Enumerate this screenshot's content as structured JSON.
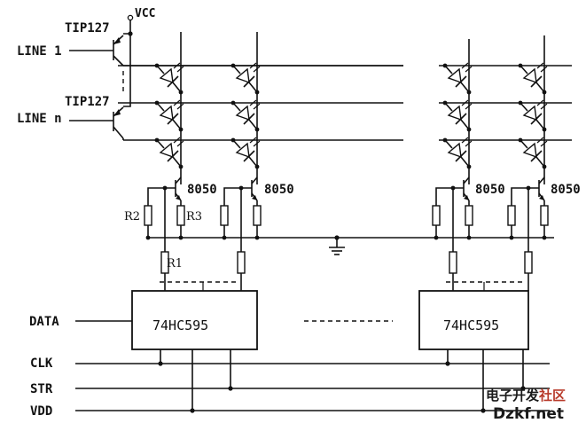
{
  "labels": {
    "vcc": "VCC",
    "tip127_top": "TIP127",
    "tip127_bottom": "TIP127",
    "line1": "LINE 1",
    "linen": "LINE n",
    "q8050": [
      "8050",
      "8050",
      "8050",
      "8050"
    ],
    "r1": "R1",
    "r2": "R2",
    "r3": "R3",
    "data": "DATA",
    "clk": "CLK",
    "str": "STR",
    "vdd": "VDD",
    "chip_left": "74HC595",
    "chip_right": "74HC595"
  },
  "watermark": {
    "line1_a": "电子开发",
    "line1_b": "社区",
    "line2": "Dzkf.net"
  },
  "colors": {
    "ink": "#111111",
    "watermark_red": "#b83a2a",
    "background": "#ffffff"
  }
}
